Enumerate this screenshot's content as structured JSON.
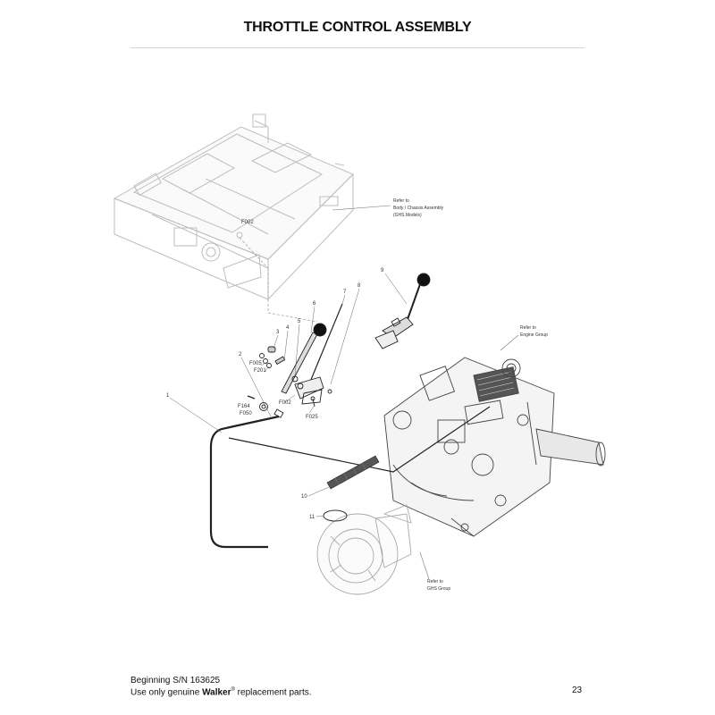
{
  "page": {
    "title": "THROTTLE CONTROL ASSEMBLY",
    "footer_line1": "Beginning S/N 163625",
    "footer_pre": "Use only genuine ",
    "footer_brand": "Walker",
    "footer_reg": "®",
    "footer_post": " replacement parts.",
    "page_number": "23"
  },
  "callouts": {
    "c1": "1",
    "c2": "2",
    "c3": "3",
    "c4": "4",
    "c5": "5",
    "c6": "6",
    "c7": "7",
    "c8": "8",
    "c9": "9",
    "c10": "10",
    "c11": "11",
    "f002a": "F002",
    "f002b": "F002",
    "f005": "F005",
    "f201": "F201",
    "f164": "F164",
    "f050": "F050",
    "f025": "F025"
  },
  "references": {
    "body_l1": "Refer to",
    "body_l2": "Body / Chassis Assembly",
    "body_l3": "(GHS Models)",
    "engine_l1": "Refer to",
    "engine_l2": "Engine Group",
    "ghs_l1": "Refer to",
    "ghs_l2": "GHS Group"
  }
}
